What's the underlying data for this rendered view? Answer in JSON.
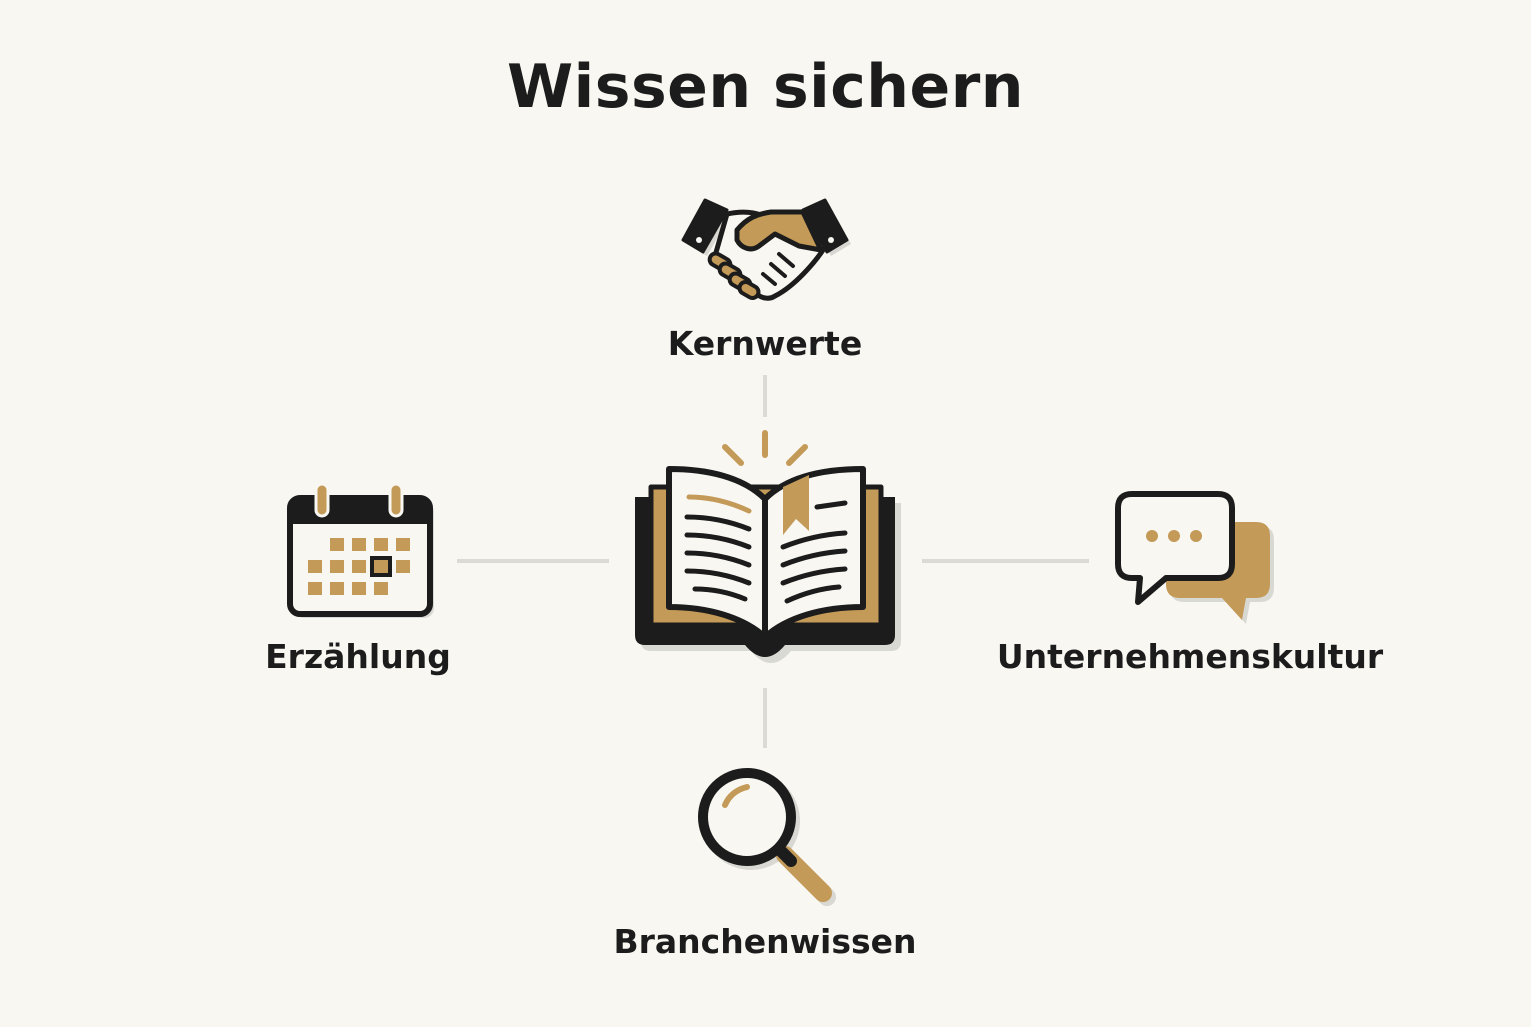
{
  "title": "Wissen sichern",
  "nodes": {
    "top": {
      "label": "Kernwerte",
      "icon": "handshake-icon"
    },
    "left": {
      "label": "Erzählung",
      "icon": "calendar-icon"
    },
    "right": {
      "label": "Unternehmenskultur",
      "icon": "chat-bubbles-icon"
    },
    "bottom": {
      "label": "Branchenwissen",
      "icon": "magnifier-icon"
    }
  },
  "center": {
    "icon": "open-book-icon"
  },
  "colors": {
    "background": "#f8f7f2",
    "ink": "#1c1c1c",
    "gold": "#c49a58",
    "connector": "#dcdad4"
  }
}
